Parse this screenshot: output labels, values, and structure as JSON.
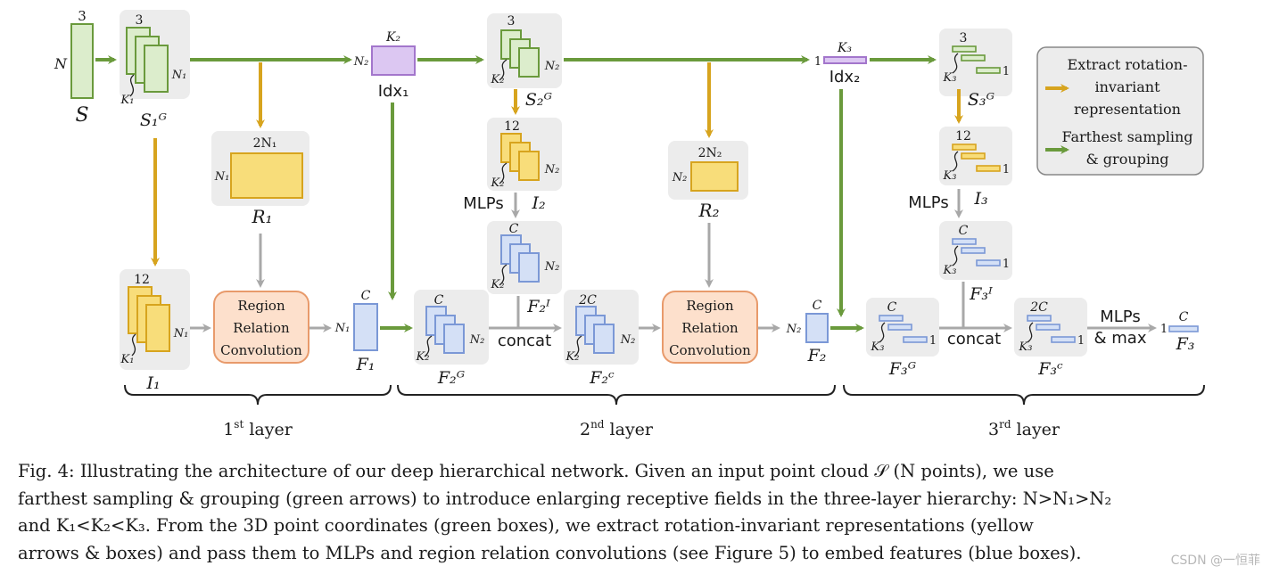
{
  "legend": {
    "yellow_line1": "Extract rotation-",
    "yellow_line2": "invariant",
    "yellow_line3": "representation",
    "green_line1": "Farthest sampling",
    "green_line2": "& grouping"
  },
  "colors": {
    "green": "#6a9a3c",
    "green_fill": "#dcedcc",
    "yellow": "#d7a41e",
    "yellow_fill": "#f8dd7a",
    "blue": "#7b98d6",
    "blue_fill": "#d4e0f6",
    "purple": "#a376cc",
    "purple_fill": "#dcc7f2",
    "orange": "#e89a6b",
    "orange_fill": "#fde0cc",
    "panel": "#ececec",
    "grey_arrow": "#a8a8a8"
  },
  "labels": {
    "S": "S",
    "S1G": "S₁ᴳ",
    "S2G": "S₂ᴳ",
    "S3G": "S₃ᴳ",
    "I1": "I₁",
    "I2": "I₂",
    "I3": "I₃",
    "R1": "R₁",
    "R2": "R₂",
    "F1": "F₁",
    "F2": "F₂",
    "F3": "F₃",
    "F2G": "F₂ᴳ",
    "F2I": "F₂ᴵ",
    "F2C": "F₂ᶜ",
    "F3G": "F₃ᴳ",
    "F3I": "F₃ᴵ",
    "F3C": "F₃ᶜ",
    "Idx1": "Idx₁",
    "Idx2": "Idx₂",
    "N": "N",
    "N1": "N₁",
    "N2": "N₂",
    "K1": "K₁",
    "K2": "K₂",
    "K3": "K₃",
    "C": "C",
    "2C": "2C",
    "2N1": "2N₁",
    "2N2": "2N₂",
    "three": "3",
    "twelve": "12",
    "one": "1",
    "mlps": "MLPs",
    "concat": "concat",
    "max": "& max",
    "rrc1": "Region",
    "rrc2": "Relation",
    "rrc3": "Convolution"
  },
  "layers": {
    "first_num": "1",
    "first_sup": "st",
    "first_word": " layer",
    "second_num": "2",
    "second_sup": "nd",
    "second_word": " layer",
    "third_num": "3",
    "third_sup": "rd",
    "third_word": " layer"
  },
  "caption": {
    "line1": "Fig. 4: Illustrating the architecture of our deep hierarchical network. Given an input point cloud 𝒮 (N points), we use",
    "line2": "farthest sampling & grouping (green arrows) to introduce enlarging receptive fields in the three-layer hierarchy: N>N₁>N₂",
    "line3": "and  K₁<K₂<K₃.  From the 3D point coordinates (green boxes), we extract rotation-invariant representations (yellow",
    "line4": "arrows & boxes) and pass them to MLPs and region relation convolutions (see Figure 5) to embed features (blue boxes)."
  },
  "watermark": "CSDN @一恒菲"
}
